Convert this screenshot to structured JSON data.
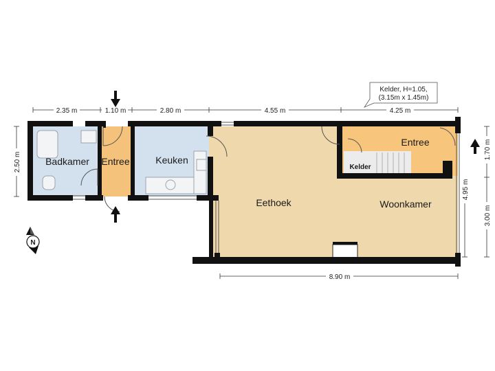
{
  "rooms": {
    "badkamer": "Badkamer",
    "entree_left": "Entree",
    "keuken": "Keuken",
    "eethoek": "Eethoek",
    "woonkamer": "Woonkamer",
    "entree_right": "Entree",
    "kelder": "Kelder"
  },
  "callout": {
    "line1": "Kelder, H=1.05,",
    "line2": "(3.15m x 1.45m)"
  },
  "dimensions": {
    "top_badkamer": "2.35 m",
    "top_entree": "1.10 m",
    "top_keuken": "2.80 m",
    "top_eethoek": "4.55 m",
    "top_woonkamer": "4.25 m",
    "left_height": "2.50 m",
    "bottom_width": "8.90 m",
    "right_inner": "4.95 m",
    "right_upper": "1.70 m",
    "right_lower": "3.00 m"
  },
  "compass": {
    "label": "N"
  },
  "colors": {
    "wall": "#111111",
    "badkamer": "#d3e0ee",
    "entree": "#f4c27a",
    "keuken": "#d3e0ee",
    "living": "#efd8ac",
    "stairs": "#e9e9e9"
  }
}
